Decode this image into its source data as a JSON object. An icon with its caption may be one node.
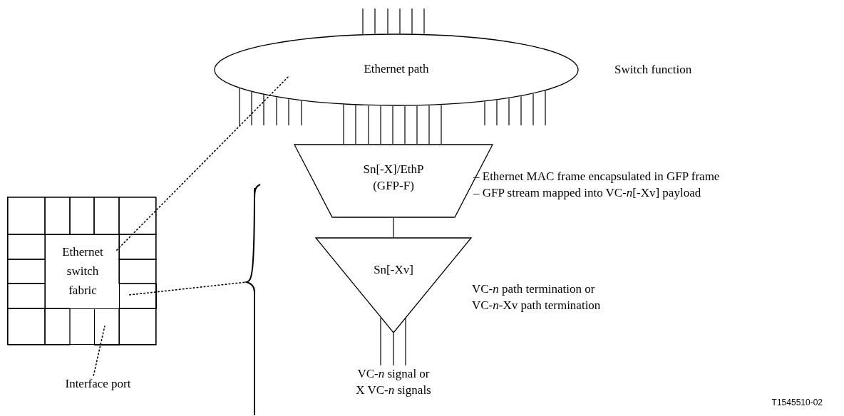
{
  "diagram": {
    "nodes": [
      {
        "text": [
          "Ethernet path"
        ],
        "beside": [
          "Switch function"
        ]
      },
      {
        "text": [
          "Sn[-X]/EthP (GFP-F)"
        ],
        "beside": [
          "– Ethernet MAC frame encapsulated in GFP frame",
          "– GFP stream mapped into VC-*n*[-Xv] payload"
        ]
      },
      {
        "text": [
          "Sn[-Xv]"
        ],
        "beside": [
          "VC-*n* path termination or VC-*n*-Xv path termination"
        ]
      },
      {
        "text": [
          "VC-*n* signal or X VC-*n* signals"
        ]
      },
      {
        "text": [],
        "shape": "box"
      },
      {
        "text": [
          "Ethernet switch fabric"
        ],
        "in": 4
      },
      {
        "text": [],
        "shape": "box",
        "in": 4
      },
      {
        "text": [],
        "shape": "box",
        "in": 4
      },
      {
        "text": [
          "Interface port"
        ]
      },
      {
        "text": [],
        "shape": "brace"
      }
    ],
    "edges": [
      {
        "from": 0,
        "to": 1,
        "arrow": "none"
      },
      {
        "from": 0,
        "to": 1,
        "arrow": "none"
      },
      {
        "from": 0,
        "to": 1,
        "arrow": "none"
      },
      {
        "from": 0,
        "to": 1,
        "arrow": "none"
      },
      {
        "from": 0,
        "to": 1,
        "arrow": "none"
      },
      {
        "from": 0,
        "to": 1,
        "arrow": "none"
      },
      {
        "from": 0,
        "to": 1,
        "arrow": "none"
      },
      {
        "from": 0,
        "to": 1,
        "arrow": "none"
      },
      {
        "from": 0,
        "to": 1,
        "arrow": "none"
      },
      {
        "from": 1,
        "to": 2,
        "arrow": "none"
      },
      {
        "from": 2,
        "to": 3,
        "arrow": "none"
      },
      {
        "from": 2,
        "to": 3,
        "arrow": "none"
      },
      {
        "from": 2,
        "to": 3,
        "arrow": "none"
      },
      {
        "from": 5,
        "to": 0,
        "arrow": "none",
        "style": "dashed"
      },
      {
        "from": 6,
        "to": 9,
        "arrow": "none",
        "style": "dashed"
      },
      {
        "from": 8,
        "to": 7,
        "arrow": "none",
        "style": "dashed"
      }
    ],
    "labels": [
      "T1545510-02"
    ]
  }
}
